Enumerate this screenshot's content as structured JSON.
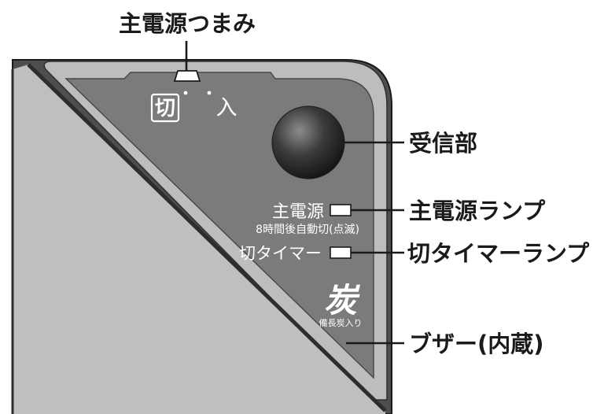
{
  "labels": {
    "main_knob": "主電源つまみ",
    "receiver": "受信部",
    "main_lamp": "主電源ランプ",
    "off_timer_lamp": "切タイマーランプ",
    "buzzer": "ブザー(内蔵)"
  },
  "panel": {
    "switch_off": "切",
    "switch_on": "入",
    "main_power": "主電源",
    "auto_off_note": "8時間後自動切(点滅)",
    "off_timer": "切タイマー",
    "charcoal_char": "炭",
    "charcoal_note": "備長炭入り"
  }
}
